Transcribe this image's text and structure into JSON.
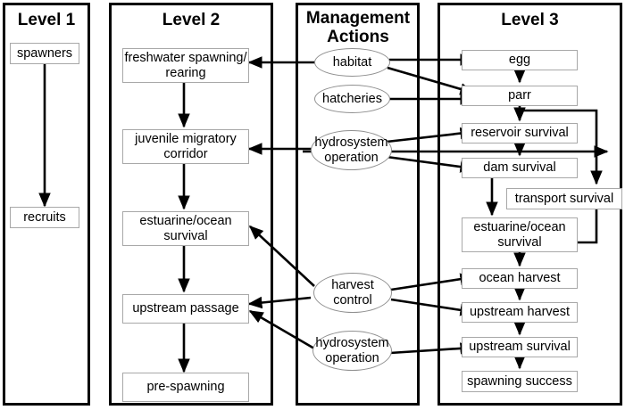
{
  "diagram": {
    "title": "Salmon life-cycle management actions diagram",
    "panels": [
      {
        "id": "level1",
        "title": "Level 1",
        "nodes": [
          {
            "id": "spawners",
            "label": "spawners"
          },
          {
            "id": "recruits",
            "label": "recruits"
          }
        ]
      },
      {
        "id": "level2",
        "title": "Level 2",
        "nodes": [
          {
            "id": "freshwater",
            "label": "freshwater spawning/ rearing"
          },
          {
            "id": "juvenile",
            "label": "juvenile migratory corridor"
          },
          {
            "id": "estuarine2",
            "label": "estuarine/ocean survival"
          },
          {
            "id": "upstream_passage",
            "label": "upstream passage"
          },
          {
            "id": "prespawning",
            "label": "pre-spawning"
          }
        ]
      },
      {
        "id": "management",
        "title": "Management Actions",
        "nodes": [
          {
            "id": "habitat",
            "label": "habitat"
          },
          {
            "id": "hatcheries",
            "label": "hatcheries"
          },
          {
            "id": "hydro1",
            "label": "hydrosystem operation"
          },
          {
            "id": "harvest",
            "label": "harvest control"
          },
          {
            "id": "hydro2",
            "label": "hydrosystem operation"
          }
        ]
      },
      {
        "id": "level3",
        "title": "Level 3",
        "nodes": [
          {
            "id": "egg",
            "label": "egg"
          },
          {
            "id": "parr",
            "label": "parr"
          },
          {
            "id": "reservoir",
            "label": "reservoir survival"
          },
          {
            "id": "dam",
            "label": "dam survival"
          },
          {
            "id": "transport",
            "label": "transport survival"
          },
          {
            "id": "estuarine3",
            "label": "estuarine/ocean survival"
          },
          {
            "id": "ocean_harvest",
            "label": "ocean harvest"
          },
          {
            "id": "upstream_harvest",
            "label": "upstream harvest"
          },
          {
            "id": "upstream_survival",
            "label": "upstream survival"
          },
          {
            "id": "spawning_success",
            "label": "spawning success"
          }
        ]
      }
    ],
    "colors": {
      "line": "#000000",
      "box_border": "#a8a8a8",
      "panel_border": "#000000",
      "background": "#ffffff"
    }
  }
}
